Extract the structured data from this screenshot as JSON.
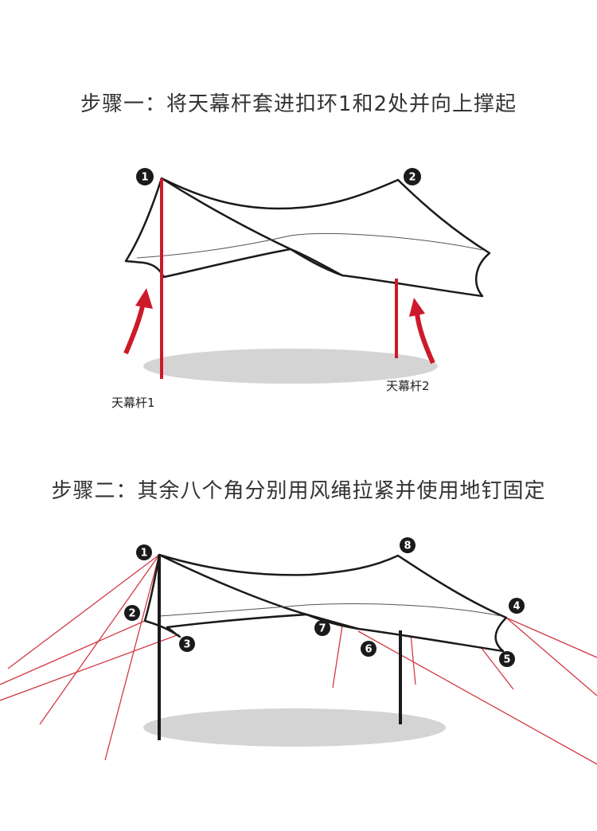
{
  "step1": {
    "title": "步骤一：将天幕杆套进扣环1和2处并向上撑起",
    "markers": [
      "1",
      "2"
    ],
    "pole_labels": [
      "天幕杆1",
      "天幕杆2"
    ]
  },
  "step2": {
    "title": "步骤二：其余八个角分别用风绳拉紧并使用地钉固定",
    "markers": [
      "1",
      "2",
      "3",
      "4",
      "5",
      "6",
      "7",
      "8"
    ]
  },
  "colors": {
    "pole_red": "#cc1a2b",
    "outline": "#1a1a1a",
    "shadow": "#d4d4d4",
    "guy_rope": "#d23a45"
  }
}
